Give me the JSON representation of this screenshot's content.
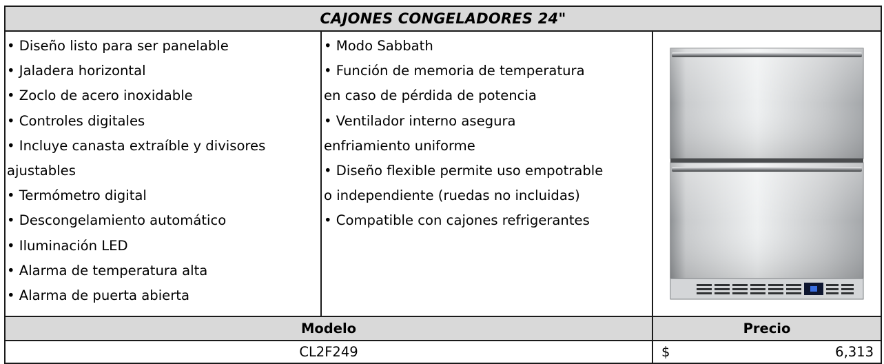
{
  "title": "CAJONES CONGELADORES 24\"",
  "features_left": [
    "• Diseño listo para ser panelable",
    "• Jaladera horizontal",
    "• Zoclo de acero inoxidable",
    "• Controles digitales",
    "• Incluye canasta extraíble y divisores",
    "ajustables",
    "• Termómetro digital",
    "• Descongelamiento automático",
    "• Iluminación LED",
    "• Alarma de temperatura alta",
    "• Alarma de puerta abierta"
  ],
  "features_right": [
    "• Modo Sabbath",
    "• Función de memoria de temperatura",
    "en caso de pérdida de potencia",
    "• Ventilador interno asegura",
    "enfriamiento uniforme",
    "• Diseño flexible permite uso empotrable",
    "o independiente (ruedas no incluidas)",
    "• Compatible con cajones refrigerantes"
  ],
  "product_image": {
    "icon": "stainless-two-drawer-freezer-photo",
    "colors": {
      "steel_light": "#e9eaeb",
      "steel_mid": "#b8babc",
      "steel_dark": "#7d8083",
      "indicator_blue": "#3b6fe0"
    }
  },
  "table": {
    "model_header": "Modelo",
    "price_header": "Precio",
    "model_value": "CL2F249",
    "currency": "$",
    "price_value": "6,313"
  },
  "colors": {
    "header_fill": "#d9d9d9",
    "border": "#1a1a1a"
  }
}
